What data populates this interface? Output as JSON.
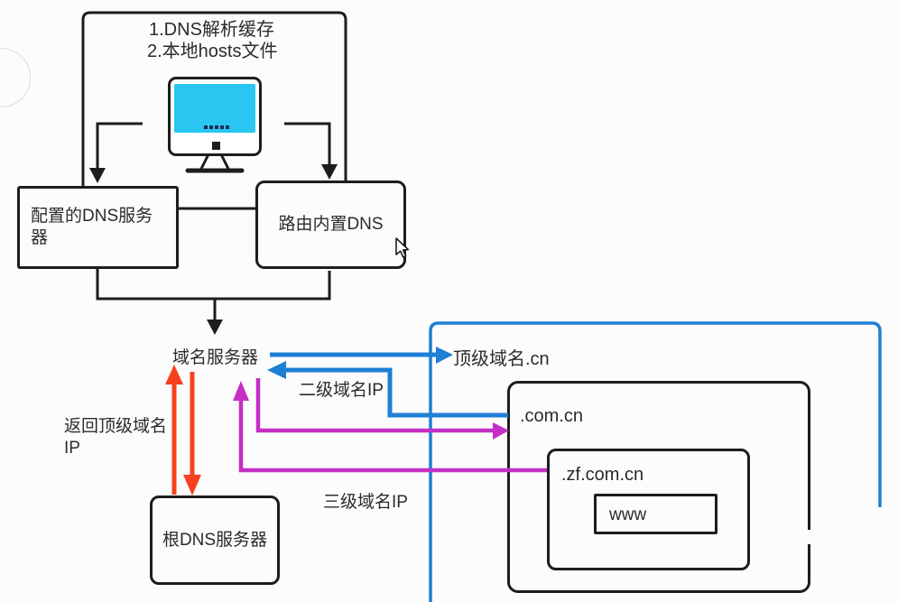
{
  "top_box": {
    "lines": [
      "1.DNS解析缓存",
      "2.本地hosts文件"
    ]
  },
  "nodes": {
    "configured_dns": "配置的DNS服务器",
    "router_dns": "路由内置DNS",
    "dns_server": "域名服务器",
    "root_dns": "根DNS服务器",
    "tld_cn": "顶级域名.cn",
    "com_cn": ".com.cn",
    "zf_com_cn": ".zf.com.cn",
    "www": "www"
  },
  "edge_labels": {
    "second_level_ip": "二级域名IP",
    "return_tld_ip": "返回顶级域名IP",
    "third_level_ip": "三级域名IP"
  },
  "icons": {
    "monitor": "monitor-icon",
    "cursor": "cursor-icon"
  },
  "colors": {
    "line_black": "#1d1d1f",
    "arrow_blue": "#1e7fd6",
    "arrow_magenta": "#c42fc4",
    "arrow_red": "#f5411d",
    "screen_cyan": "#29c6f2"
  }
}
